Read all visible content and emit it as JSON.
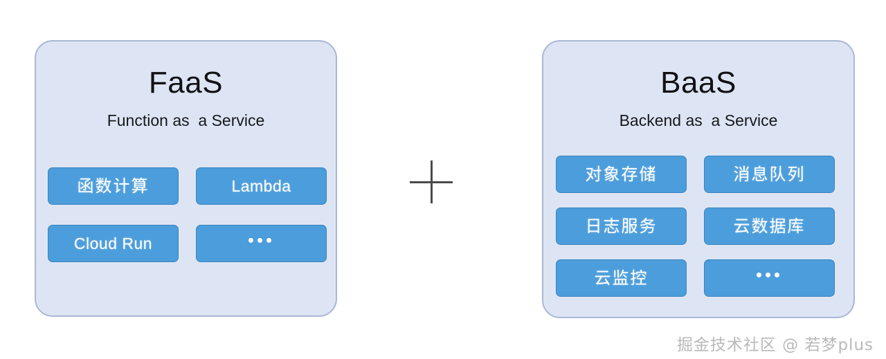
{
  "diagram": {
    "background_color": "#ffffff",
    "panel_fill": "#dde5f4",
    "panel_border": "#aab7d4",
    "chip_fill": "#4c9ddb",
    "chip_border": "#3a83bd",
    "chip_text_color": "#ffffff",
    "connector_color": "#4a4a4a"
  },
  "panels": [
    {
      "id": "faas",
      "title": "FaaS",
      "subtitle": "Function as  a Service",
      "chips": [
        {
          "label": "函数计算",
          "kind": "cjk"
        },
        {
          "label": "Lambda",
          "kind": "latin"
        },
        {
          "label": "Cloud Run",
          "kind": "latin"
        },
        {
          "label": "•••",
          "kind": "ellipsis"
        }
      ]
    },
    {
      "id": "baas",
      "title": "BaaS",
      "subtitle": "Backend as  a Service",
      "chips": [
        {
          "label": "对象存储",
          "kind": "cjk"
        },
        {
          "label": "消息队列",
          "kind": "cjk"
        },
        {
          "label": "日志服务",
          "kind": "cjk"
        },
        {
          "label": "云数据库",
          "kind": "cjk"
        },
        {
          "label": "云监控",
          "kind": "cjk"
        },
        {
          "label": "•••",
          "kind": "ellipsis"
        }
      ]
    }
  ],
  "connector": {
    "symbol": "plus",
    "label": "+"
  },
  "watermark": {
    "text": "掘金技术社区 @ 若梦plus"
  }
}
